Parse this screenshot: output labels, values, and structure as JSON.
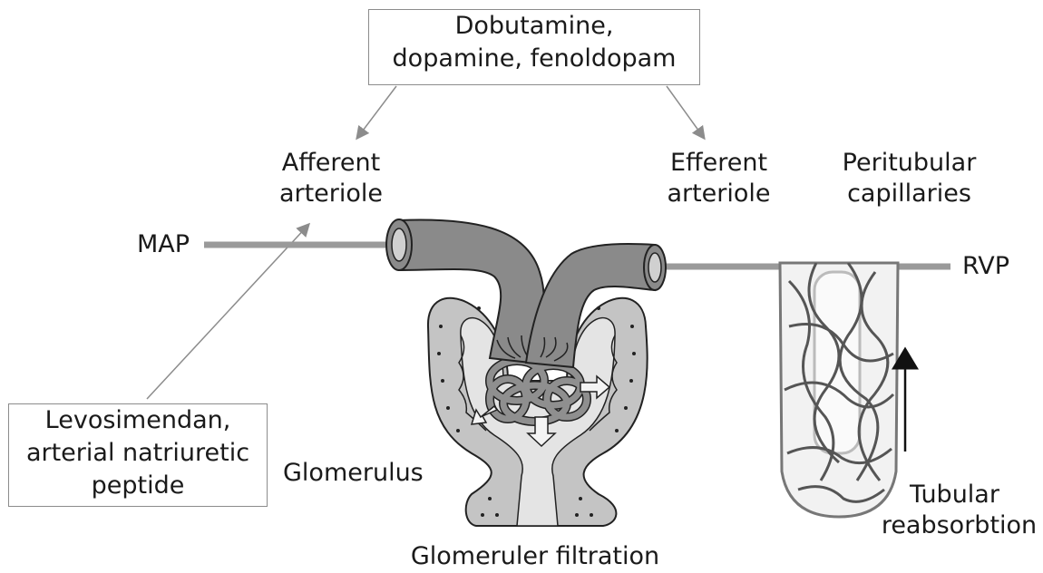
{
  "drugs_top": {
    "line1": "Dobutamine,",
    "line2": "dopamine, fenoldopam"
  },
  "drugs_left": {
    "line1": "Levosimendan,",
    "line2": "arterial natriuretic",
    "line3": "peptide"
  },
  "afferent": {
    "line1": "Afferent",
    "line2": "arteriole"
  },
  "efferent": {
    "line1": "Efferent",
    "line2": "arteriole"
  },
  "peritubular": {
    "line1": "Peritubular",
    "line2": "capillaries"
  },
  "map_label": "MAP",
  "rvp_label": "RVP",
  "glomerulus_label": "Glomerulus",
  "filtration_label": "Glomeruler filtration",
  "tubular": {
    "line1": "Tubular",
    "line2": "reabsorbtion"
  },
  "colors": {
    "vessel_dark": "#8a8a8a",
    "vessel_mid": "#a4a4a4",
    "capsule": "#c4c4c4",
    "capsule_inner": "#e4e4e4",
    "arrow": "#8c8c8c"
  }
}
